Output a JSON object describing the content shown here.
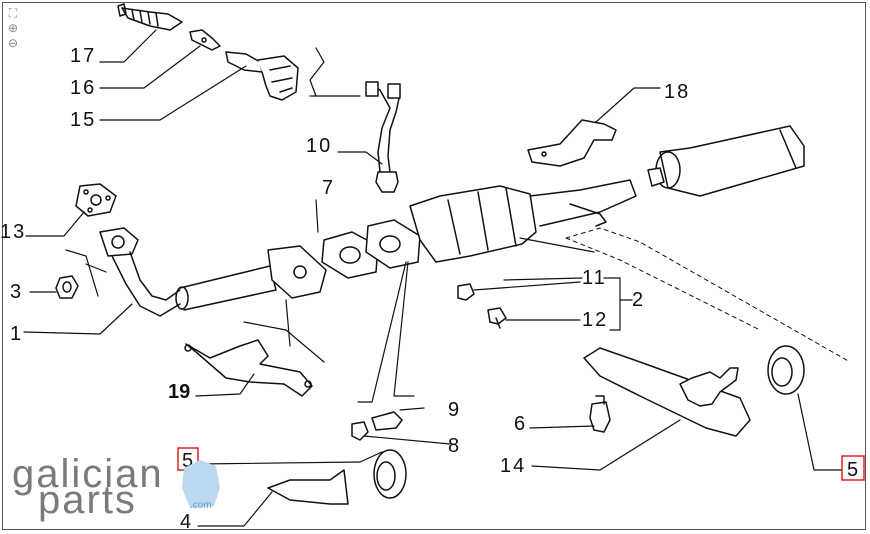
{
  "toolbar": {
    "icons": [
      "fullscreen-icon",
      "zoom-in-icon",
      "zoom-out-icon"
    ]
  },
  "callouts": {
    "c1": "1",
    "c2": "2",
    "c3": "3",
    "c4": "4",
    "c5a": "5",
    "c5b": "5",
    "c6": "6",
    "c7": "7",
    "c8": "8",
    "c9": "9",
    "c10": "10",
    "c11": "11",
    "c12": "12",
    "c13": "13",
    "c14": "14",
    "c15": "15",
    "c16": "16",
    "c17": "17",
    "c18": "18",
    "c19": "19"
  },
  "watermark": {
    "line1": "galician",
    "line2": "parts",
    "domain": ".com",
    "accent_color": "#5aa0d8"
  }
}
